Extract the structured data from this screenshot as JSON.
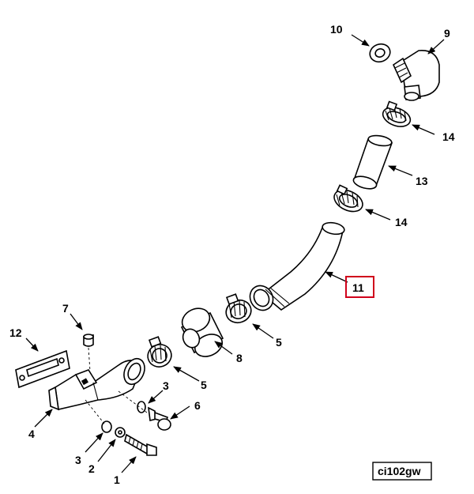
{
  "diagram": {
    "callouts": [
      {
        "id": "c10",
        "label": "10"
      },
      {
        "id": "c9",
        "label": "9"
      },
      {
        "id": "c14a",
        "label": "14"
      },
      {
        "id": "c13",
        "label": "13"
      },
      {
        "id": "c14b",
        "label": "14"
      },
      {
        "id": "c11",
        "label": "11",
        "highlighted": true
      },
      {
        "id": "c7",
        "label": "7"
      },
      {
        "id": "c12",
        "label": "12"
      },
      {
        "id": "c8",
        "label": "8"
      },
      {
        "id": "c5a",
        "label": "5"
      },
      {
        "id": "c5b",
        "label": "5"
      },
      {
        "id": "c3a",
        "label": "3"
      },
      {
        "id": "c6",
        "label": "6"
      },
      {
        "id": "c4",
        "label": "4"
      },
      {
        "id": "c3b",
        "label": "3"
      },
      {
        "id": "c2",
        "label": "2"
      },
      {
        "id": "c1",
        "label": "1"
      }
    ],
    "figure_id": "ci102gw",
    "highlight_color": "#d0021b"
  }
}
